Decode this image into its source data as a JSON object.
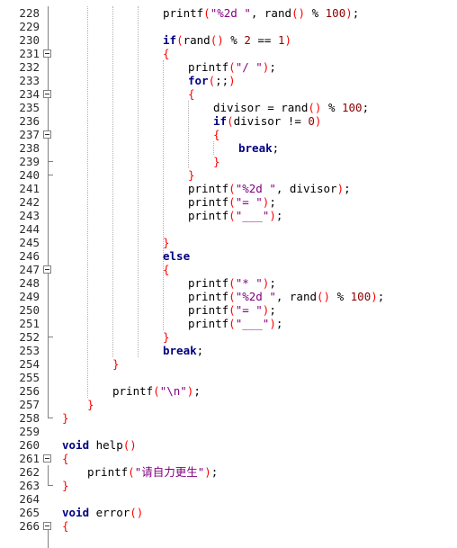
{
  "editor": {
    "lines": [
      {
        "n": "228",
        "fold": false,
        "indent": 16,
        "tokens": [
          [
            "fn",
            "printf"
          ],
          [
            "br",
            "("
          ],
          [
            "str",
            "\"%2d \""
          ],
          [
            "op",
            ", rand"
          ],
          [
            "br",
            "()"
          ],
          [
            "op",
            " % "
          ],
          [
            "num",
            "100"
          ],
          [
            "br",
            ")"
          ],
          [
            "op",
            ";"
          ]
        ]
      },
      {
        "n": "229",
        "fold": false,
        "indent": 0,
        "tokens": []
      },
      {
        "n": "230",
        "fold": false,
        "indent": 16,
        "tokens": [
          [
            "kw",
            "if"
          ],
          [
            "br",
            "("
          ],
          [
            "op",
            "rand"
          ],
          [
            "br",
            "()"
          ],
          [
            "op",
            " % "
          ],
          [
            "num",
            "2"
          ],
          [
            "op",
            " == "
          ],
          [
            "num",
            "1"
          ],
          [
            "br",
            ")"
          ]
        ]
      },
      {
        "n": "231",
        "fold": true,
        "indent": 16,
        "tokens": [
          [
            "br",
            "{"
          ]
        ]
      },
      {
        "n": "232",
        "fold": false,
        "indent": 20,
        "tokens": [
          [
            "fn",
            "printf"
          ],
          [
            "br",
            "("
          ],
          [
            "str",
            "\"/ \""
          ],
          [
            "br",
            ")"
          ],
          [
            "op",
            ";"
          ]
        ]
      },
      {
        "n": "233",
        "fold": false,
        "indent": 20,
        "tokens": [
          [
            "kw",
            "for"
          ],
          [
            "br",
            "("
          ],
          [
            "op",
            ";;"
          ],
          [
            "br",
            ")"
          ]
        ]
      },
      {
        "n": "234",
        "fold": true,
        "indent": 20,
        "tokens": [
          [
            "br",
            "{"
          ]
        ]
      },
      {
        "n": "235",
        "fold": false,
        "indent": 24,
        "tokens": [
          [
            "op",
            "divisor = rand"
          ],
          [
            "br",
            "()"
          ],
          [
            "op",
            " % "
          ],
          [
            "num",
            "100"
          ],
          [
            "op",
            ";"
          ]
        ]
      },
      {
        "n": "236",
        "fold": false,
        "indent": 24,
        "tokens": [
          [
            "kw",
            "if"
          ],
          [
            "br",
            "("
          ],
          [
            "op",
            "divisor != "
          ],
          [
            "num",
            "0"
          ],
          [
            "br",
            ")"
          ]
        ]
      },
      {
        "n": "237",
        "fold": true,
        "indent": 24,
        "tokens": [
          [
            "br",
            "{"
          ]
        ]
      },
      {
        "n": "238",
        "fold": false,
        "indent": 28,
        "tokens": [
          [
            "kw",
            "break"
          ],
          [
            "op",
            ";"
          ]
        ]
      },
      {
        "n": "239",
        "fold": false,
        "indent": 24,
        "tokens": [
          [
            "br",
            "}"
          ]
        ]
      },
      {
        "n": "240",
        "fold": false,
        "indent": 20,
        "tokens": [
          [
            "br",
            "}"
          ]
        ]
      },
      {
        "n": "241",
        "fold": false,
        "indent": 20,
        "tokens": [
          [
            "fn",
            "printf"
          ],
          [
            "br",
            "("
          ],
          [
            "str",
            "\"%2d \""
          ],
          [
            "op",
            ", divisor"
          ],
          [
            "br",
            ")"
          ],
          [
            "op",
            ";"
          ]
        ]
      },
      {
        "n": "242",
        "fold": false,
        "indent": 20,
        "tokens": [
          [
            "fn",
            "printf"
          ],
          [
            "br",
            "("
          ],
          [
            "str",
            "\"= \""
          ],
          [
            "br",
            ")"
          ],
          [
            "op",
            ";"
          ]
        ]
      },
      {
        "n": "243",
        "fold": false,
        "indent": 20,
        "tokens": [
          [
            "fn",
            "printf"
          ],
          [
            "br",
            "("
          ],
          [
            "str",
            "\"___\""
          ],
          [
            "br",
            ")"
          ],
          [
            "op",
            ";"
          ]
        ]
      },
      {
        "n": "244",
        "fold": false,
        "indent": 0,
        "tokens": []
      },
      {
        "n": "245",
        "fold": false,
        "indent": 16,
        "tokens": [
          [
            "br",
            "}"
          ]
        ]
      },
      {
        "n": "246",
        "fold": false,
        "indent": 16,
        "tokens": [
          [
            "kw",
            "else"
          ]
        ]
      },
      {
        "n": "247",
        "fold": true,
        "indent": 16,
        "tokens": [
          [
            "br",
            "{"
          ]
        ]
      },
      {
        "n": "248",
        "fold": false,
        "indent": 20,
        "tokens": [
          [
            "fn",
            "printf"
          ],
          [
            "br",
            "("
          ],
          [
            "str",
            "\"* \""
          ],
          [
            "br",
            ")"
          ],
          [
            "op",
            ";"
          ]
        ]
      },
      {
        "n": "249",
        "fold": false,
        "indent": 20,
        "tokens": [
          [
            "fn",
            "printf"
          ],
          [
            "br",
            "("
          ],
          [
            "str",
            "\"%2d \""
          ],
          [
            "op",
            ", rand"
          ],
          [
            "br",
            "()"
          ],
          [
            "op",
            " % "
          ],
          [
            "num",
            "100"
          ],
          [
            "br",
            ")"
          ],
          [
            "op",
            ";"
          ]
        ]
      },
      {
        "n": "250",
        "fold": false,
        "indent": 20,
        "tokens": [
          [
            "fn",
            "printf"
          ],
          [
            "br",
            "("
          ],
          [
            "str",
            "\"= \""
          ],
          [
            "br",
            ")"
          ],
          [
            "op",
            ";"
          ]
        ]
      },
      {
        "n": "251",
        "fold": false,
        "indent": 20,
        "tokens": [
          [
            "fn",
            "printf"
          ],
          [
            "br",
            "("
          ],
          [
            "str",
            "\"___\""
          ],
          [
            "br",
            ")"
          ],
          [
            "op",
            ";"
          ]
        ]
      },
      {
        "n": "252",
        "fold": false,
        "indent": 16,
        "tokens": [
          [
            "br",
            "}"
          ]
        ]
      },
      {
        "n": "253",
        "fold": false,
        "indent": 16,
        "tokens": [
          [
            "kw",
            "break"
          ],
          [
            "op",
            ";"
          ]
        ]
      },
      {
        "n": "254",
        "fold": false,
        "indent": 8,
        "tokens": [
          [
            "br",
            "}"
          ]
        ]
      },
      {
        "n": "255",
        "fold": false,
        "indent": 0,
        "tokens": []
      },
      {
        "n": "256",
        "fold": false,
        "indent": 8,
        "tokens": [
          [
            "fn",
            "printf"
          ],
          [
            "br",
            "("
          ],
          [
            "str",
            "\"\\n\""
          ],
          [
            "br",
            ")"
          ],
          [
            "op",
            ";"
          ]
        ]
      },
      {
        "n": "257",
        "fold": false,
        "indent": 4,
        "tokens": [
          [
            "br",
            "}"
          ]
        ]
      },
      {
        "n": "258",
        "fold": false,
        "indent": 0,
        "tokens": [
          [
            "br",
            "}"
          ]
        ]
      },
      {
        "n": "259",
        "fold": false,
        "indent": 0,
        "tokens": []
      },
      {
        "n": "260",
        "fold": false,
        "indent": 0,
        "tokens": [
          [
            "kw",
            "void"
          ],
          [
            "op",
            " help"
          ],
          [
            "br",
            "()"
          ]
        ]
      },
      {
        "n": "261",
        "fold": true,
        "indent": 0,
        "tokens": [
          [
            "br",
            "{"
          ]
        ]
      },
      {
        "n": "262",
        "fold": false,
        "indent": 4,
        "tokens": [
          [
            "fn",
            "printf"
          ],
          [
            "br",
            "("
          ],
          [
            "str",
            "\"请自力更生\""
          ],
          [
            "br",
            ")"
          ],
          [
            "op",
            ";"
          ]
        ]
      },
      {
        "n": "263",
        "fold": false,
        "indent": 0,
        "tokens": [
          [
            "br",
            "}"
          ]
        ]
      },
      {
        "n": "264",
        "fold": false,
        "indent": 0,
        "tokens": []
      },
      {
        "n": "265",
        "fold": false,
        "indent": 0,
        "tokens": [
          [
            "kw",
            "void"
          ],
          [
            "op",
            " error"
          ],
          [
            "br",
            "()"
          ]
        ]
      },
      {
        "n": "266",
        "fold": true,
        "indent": 0,
        "tokens": [
          [
            "br",
            "{"
          ]
        ]
      }
    ]
  },
  "colors": {
    "keyword": "#000080",
    "string": "#800080",
    "number": "#8b0000",
    "bracket": "#ff0000",
    "line_number": "#2b2b2b",
    "fold_marker": "#808080",
    "background": "#ffffff"
  },
  "icons": {
    "fold_toggle": "minus-box-icon"
  }
}
